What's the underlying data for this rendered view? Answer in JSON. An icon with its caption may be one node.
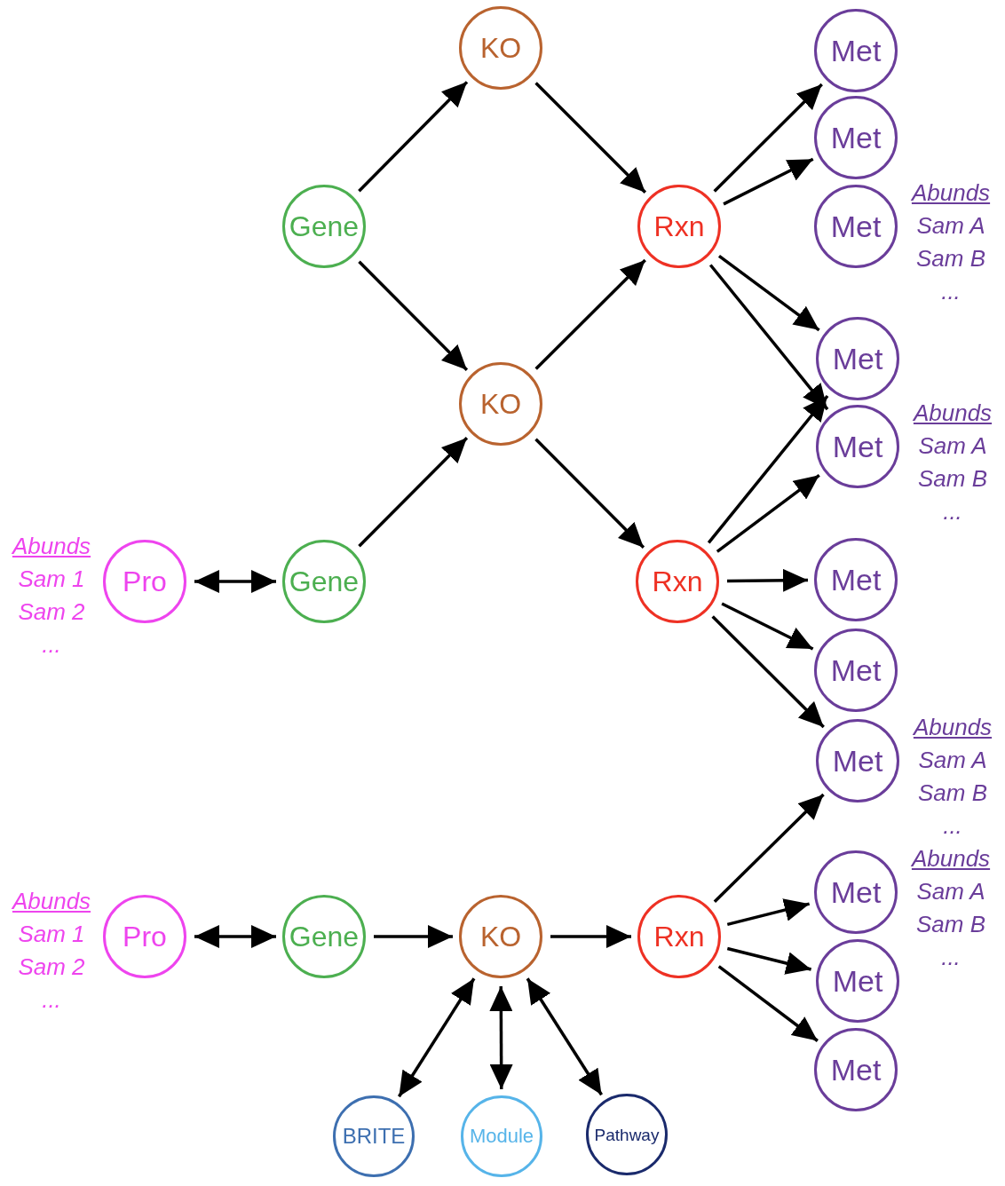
{
  "diagram": {
    "nodes": [
      {
        "text": [
          "KO"
        ]
      },
      {
        "text": [
          "Met"
        ]
      },
      {
        "text": [
          "Met"
        ]
      },
      {
        "text": [
          "Gene"
        ]
      },
      {
        "text": [
          "Rxn"
        ]
      },
      {
        "text": [
          "Met"
        ],
        "beside": [
          "Abunds",
          "Sam A",
          "Sam B",
          "..."
        ]
      },
      {
        "text": [
          "Met"
        ]
      },
      {
        "text": [
          "KO"
        ]
      },
      {
        "text": [
          "Met"
        ],
        "beside": [
          "Abunds",
          "Sam A",
          "Sam B",
          "..."
        ]
      },
      {
        "text": [
          "Pro"
        ],
        "beside": [
          "Abunds",
          "Sam 1",
          "Sam 2",
          "..."
        ]
      },
      {
        "text": [
          "Gene"
        ]
      },
      {
        "text": [
          "Rxn"
        ]
      },
      {
        "text": [
          "Met"
        ]
      },
      {
        "text": [
          "Met"
        ]
      },
      {
        "text": [
          "Met"
        ],
        "beside": [
          "Abunds",
          "Sam A",
          "Sam B",
          "..."
        ]
      },
      {
        "text": [
          "Pro"
        ],
        "beside": [
          "Abunds",
          "Sam 1",
          "Sam 2",
          "..."
        ]
      },
      {
        "text": [
          "Gene"
        ]
      },
      {
        "text": [
          "KO"
        ]
      },
      {
        "text": [
          "Rxn"
        ]
      },
      {
        "text": [
          "Met"
        ],
        "beside": [
          "Abunds",
          "Sam A",
          "Sam B",
          "..."
        ]
      },
      {
        "text": [
          "Met"
        ]
      },
      {
        "text": [
          "Met"
        ]
      },
      {
        "text": [
          "BRITE"
        ]
      },
      {
        "text": [
          "Module"
        ]
      },
      {
        "text": [
          "Pathway"
        ]
      }
    ],
    "edges": [
      {
        "from": 3,
        "to": 0,
        "arrow": "to"
      },
      {
        "from": 0,
        "to": 4,
        "arrow": "to"
      },
      {
        "from": 3,
        "to": 7,
        "arrow": "to"
      },
      {
        "from": 7,
        "to": 4,
        "arrow": "to"
      },
      {
        "from": 10,
        "to": 7,
        "arrow": "to"
      },
      {
        "from": 7,
        "to": 11,
        "arrow": "to"
      },
      {
        "from": 4,
        "to": 1,
        "arrow": "to"
      },
      {
        "from": 4,
        "to": 2,
        "arrow": "to"
      },
      {
        "from": 4,
        "to": 6,
        "arrow": "to"
      },
      {
        "from": 4,
        "to": 8,
        "arrow": "to"
      },
      {
        "from": 11,
        "to": 6,
        "arrow": "to"
      },
      {
        "from": 11,
        "to": 8,
        "arrow": "to"
      },
      {
        "from": 11,
        "to": 12,
        "arrow": "to"
      },
      {
        "from": 11,
        "to": 13,
        "arrow": "to"
      },
      {
        "from": 11,
        "to": 14,
        "arrow": "to"
      },
      {
        "from": 9,
        "to": 10,
        "arrow": "both"
      },
      {
        "from": 15,
        "to": 16,
        "arrow": "both"
      },
      {
        "from": 16,
        "to": 17,
        "arrow": "to"
      },
      {
        "from": 17,
        "to": 18,
        "arrow": "to"
      },
      {
        "from": 18,
        "to": 14,
        "arrow": "to"
      },
      {
        "from": 18,
        "to": 19,
        "arrow": "to"
      },
      {
        "from": 18,
        "to": 20,
        "arrow": "to"
      },
      {
        "from": 18,
        "to": 21,
        "arrow": "to"
      },
      {
        "from": 17,
        "to": 22,
        "arrow": "both"
      },
      {
        "from": 17,
        "to": 23,
        "arrow": "both"
      },
      {
        "from": 17,
        "to": 24,
        "arrow": "both"
      }
    ]
  }
}
